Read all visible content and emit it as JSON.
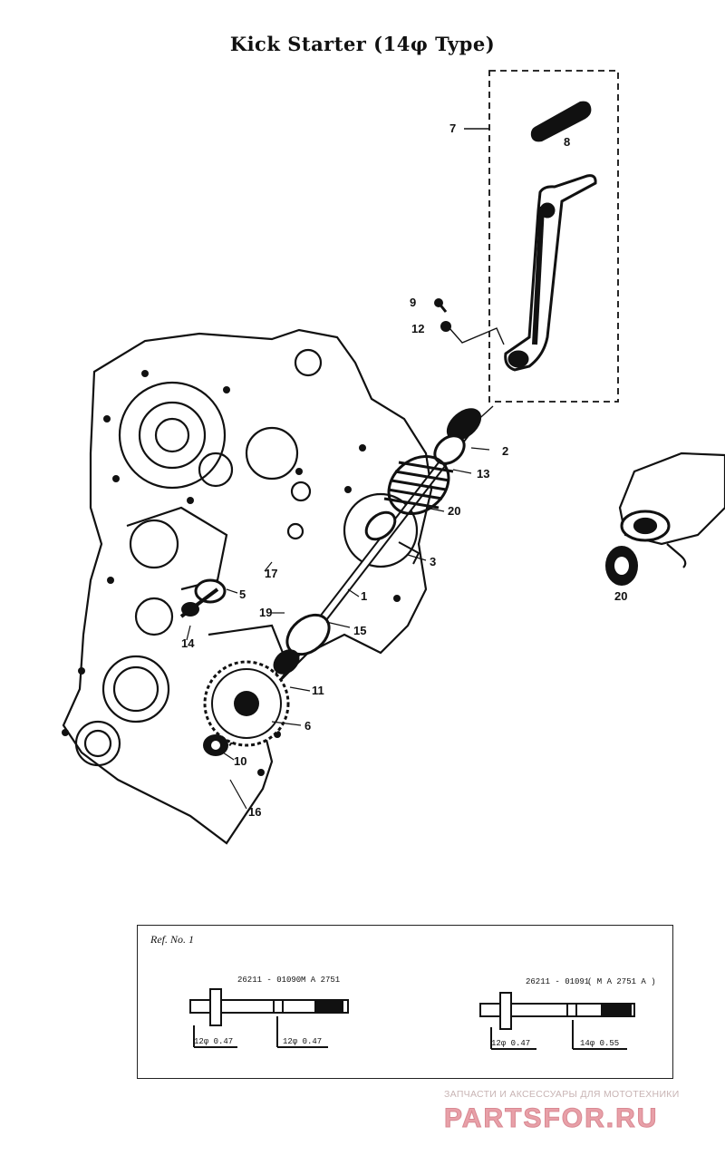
{
  "title": "Kick Starter (14φ Type)",
  "callouts": {
    "c1": "1",
    "c2": "2",
    "c3": "3",
    "c5": "5",
    "c6": "6",
    "c7": "7",
    "c8": "8",
    "c9": "9",
    "c10": "10",
    "c11": "11",
    "c12": "12",
    "c13": "13",
    "c14": "14",
    "c15": "15",
    "c16": "16",
    "c17": "17",
    "c19": "19",
    "c20a": "20",
    "c20b": "20"
  },
  "ref_box": {
    "label": "Ref. No. 1",
    "left_part": {
      "number": "26211 - 01090",
      "code": "M A 2751",
      "dim1": "12φ 0.47",
      "dim2": "12φ 0.47"
    },
    "right_part": {
      "number": "26211 - 01091",
      "code": "( M A 2751 A )",
      "dim1": "12φ 0.47",
      "dim2": "14φ 0.55"
    }
  },
  "watermark": {
    "tagline": "ЗАПЧАСТИ И АКСЕССУАРЫ ДЛЯ МОТОТЕХНИКИ",
    "logo": "PARTSFOR.RU"
  },
  "colors": {
    "ink": "#111111",
    "watermark_logo": "#e8a0a8",
    "watermark_text": "#c8b4b4"
  }
}
